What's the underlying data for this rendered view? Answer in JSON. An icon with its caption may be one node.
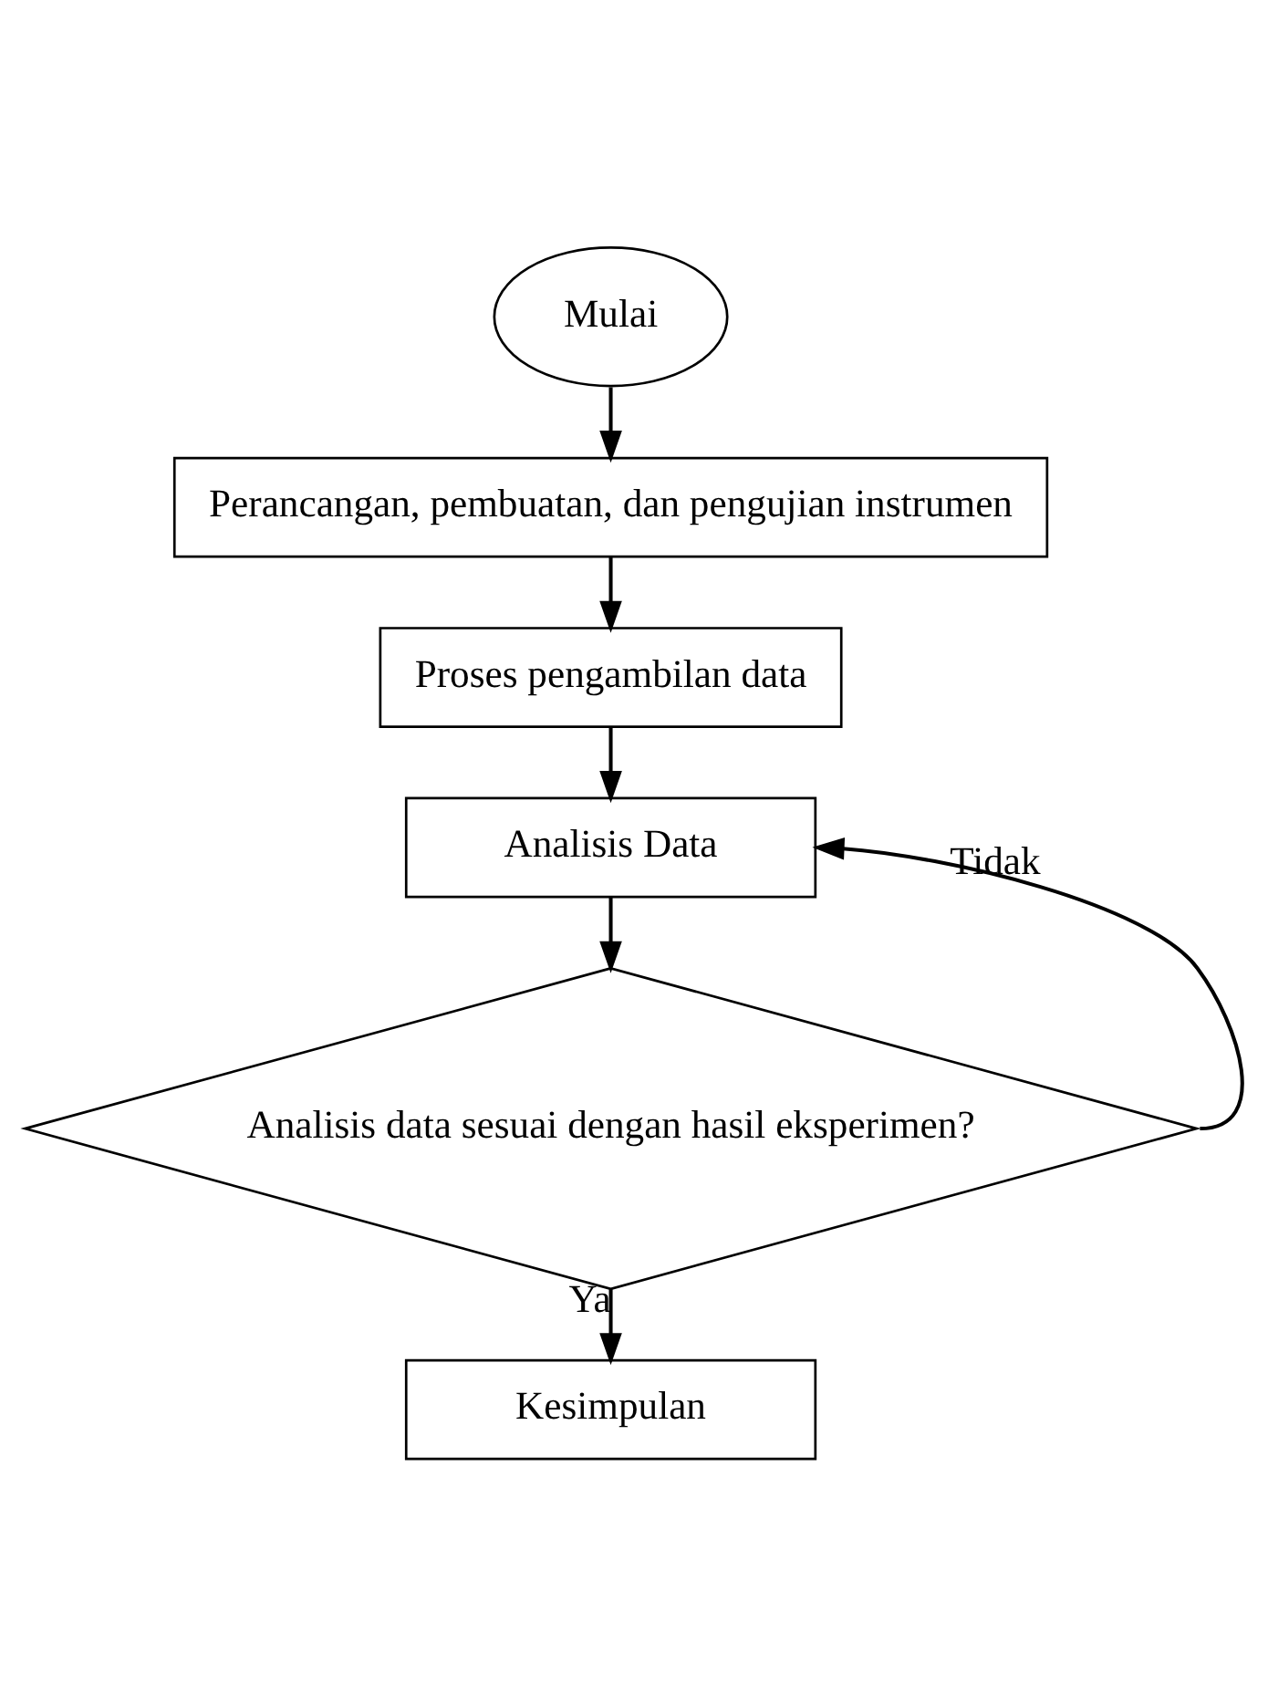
{
  "diagram": {
    "nodes": [
      {
        "text": [
          "Mulai"
        ]
      },
      {
        "text": [
          "Perancangan, pembuatan, dan pengujian instrumen"
        ]
      },
      {
        "text": [
          "Proses pengambilan data"
        ]
      },
      {
        "text": [
          "Analisis Data"
        ]
      },
      {
        "text": [
          "Analisis data sesuai dengan hasil eksperimen?"
        ]
      },
      {
        "text": [
          "Kesimpulan"
        ]
      }
    ],
    "edges": [
      {
        "from": 0,
        "to": 1,
        "arrow": "to"
      },
      {
        "from": 1,
        "to": 2,
        "arrow": "to"
      },
      {
        "from": 2,
        "to": 3,
        "arrow": "to"
      },
      {
        "from": 3,
        "to": 4,
        "arrow": "to"
      },
      {
        "from": 4,
        "to": 5,
        "arrow": "to",
        "label": "Ya"
      },
      {
        "from": 4,
        "to": 3,
        "arrow": "to",
        "label": "Tidak"
      }
    ]
  }
}
